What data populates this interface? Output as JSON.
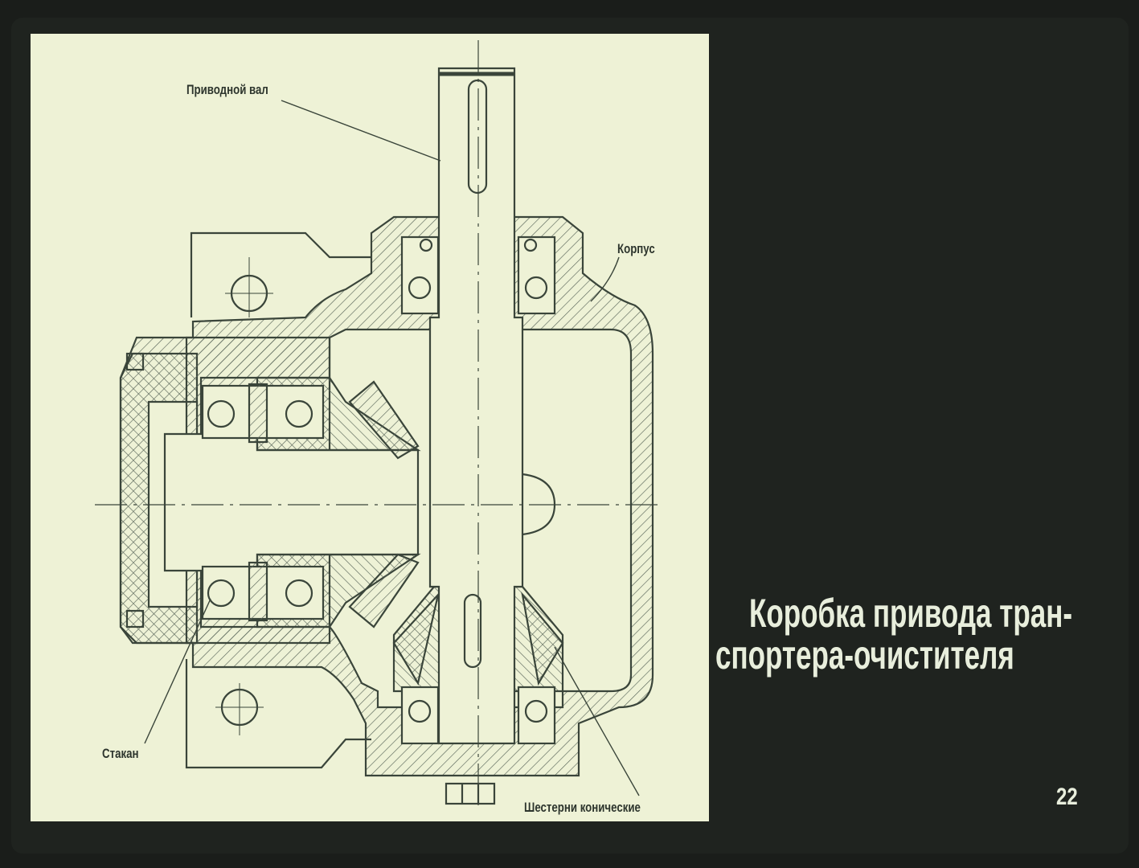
{
  "slide": {
    "title_line1": "Коробка привода тран-",
    "title_line2": "спортера-очистителя",
    "frame_number": "22"
  },
  "diagram": {
    "labels": {
      "drive_shaft": "Приводной вал",
      "housing": "Корпус",
      "sleeve": "Стакан",
      "bevel_gears": "Шестерни конические"
    }
  },
  "colors": {
    "background": "#1a1d1a",
    "panel": "#eef2d6",
    "ink": "#3a453a",
    "title_text": "#e8eedc"
  }
}
